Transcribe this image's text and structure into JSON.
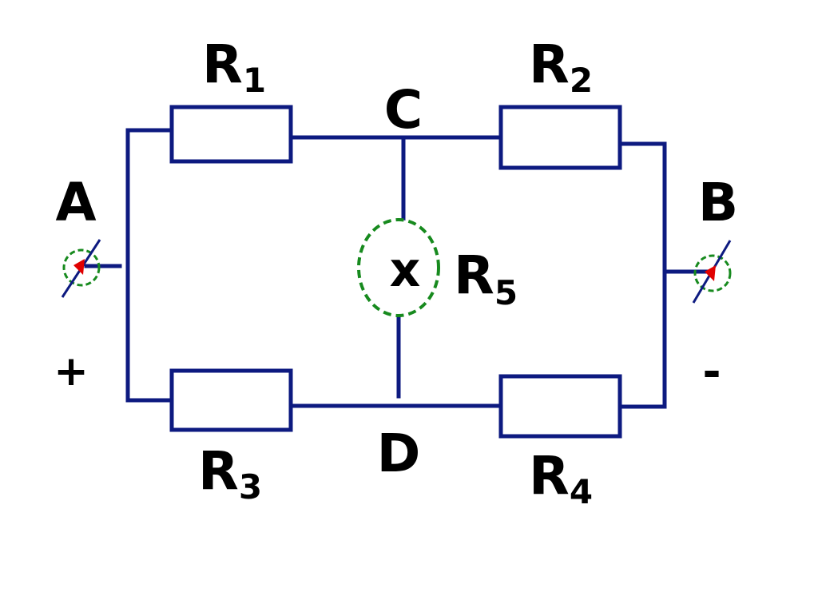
{
  "diagram": {
    "resistors": [
      {
        "letter": "R",
        "sub": "1"
      },
      {
        "letter": "R",
        "sub": "2"
      },
      {
        "letter": "R",
        "sub": "3"
      },
      {
        "letter": "R",
        "sub": "4"
      }
    ],
    "meter": {
      "letter": "R",
      "sub": "5",
      "symbol": "x"
    },
    "nodes": {
      "a": "A",
      "b": "B",
      "c": "C",
      "d": "D"
    },
    "polarity": {
      "plus": "+",
      "minus": "-"
    },
    "colors": {
      "wire": "#0d1a80",
      "meter_outline": "#178a1e",
      "terminal_dot": "#e00000",
      "text": "#000000"
    }
  }
}
